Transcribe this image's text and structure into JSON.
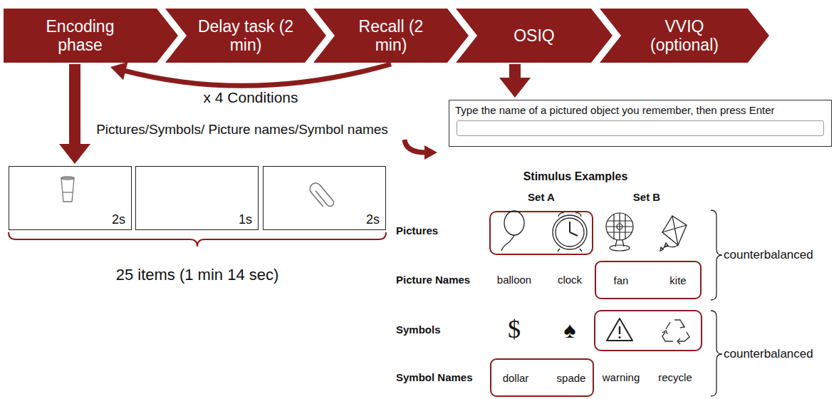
{
  "diagram": {
    "nodes": [
      {
        "text": [
          "Encoding phase"
        ]
      },
      {
        "text": [
          "Delay task (2 min)"
        ]
      },
      {
        "text": [
          "Recall (2 min)"
        ]
      },
      {
        "text": [
          "OSIQ"
        ]
      },
      {
        "text": [
          "VVIQ (optional)"
        ]
      },
      {
        "text": [
          "2s"
        ]
      },
      {
        "text": [
          "1s"
        ]
      },
      {
        "text": [
          "2s"
        ]
      },
      {
        "text": [
          "Type the name of a pictured object you remember, then press Enter"
        ]
      },
      {
        "text": [
          "fan",
          "kite"
        ]
      },
      {
        "text": [
          "dollar",
          "spade"
        ]
      }
    ],
    "edges": [
      {
        "from": 2,
        "to": 0,
        "arrow": "to",
        "label": "x 4 Conditions"
      },
      {
        "from": 0,
        "to": 5,
        "arrow": "to"
      },
      {
        "from": 2,
        "to": 8,
        "arrow": "to"
      }
    ],
    "labels": [
      "25 items (1 min 14 sec)",
      "Pictures/Symbols/ Picture names/Symbol names",
      "Stimulus Examples",
      "Set A",
      "Set B",
      "Pictures",
      "Picture Names",
      "balloon",
      "clock",
      "Symbols",
      "$",
      "♠",
      "Symbol Names",
      "warning",
      "recycle",
      "counterbalanced",
      "counterbalanced"
    ]
  }
}
